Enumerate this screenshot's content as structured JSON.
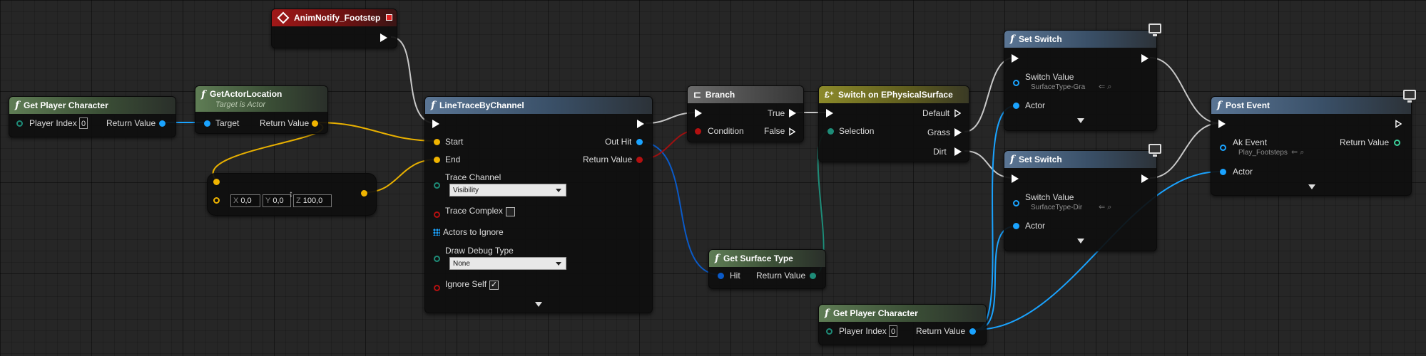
{
  "colors": {
    "exec": "#ffffff",
    "object": "#1aa3ff",
    "vector": "#f0b400",
    "bool": "#b41010",
    "enum": "#1e8c78"
  },
  "nodes": {
    "get_player_character_1": {
      "title": "Get Player Character",
      "player_index_label": "Player Index",
      "player_index_value": "0",
      "return_label": "Return Value"
    },
    "get_actor_location": {
      "title": "GetActorLocation",
      "subtitle": "Target is Actor",
      "target_label": "Target",
      "return_label": "Return Value"
    },
    "anim_notify": {
      "title": "AnimNotify_Footstep"
    },
    "make_vector": {
      "x_label": "X",
      "x_value": "0,0",
      "y_label": "Y",
      "y_value": "0,0",
      "z_label": "Z",
      "z_value": "100,0"
    },
    "line_trace": {
      "title": "LineTraceByChannel",
      "start_label": "Start",
      "end_label": "End",
      "out_hit_label": "Out Hit",
      "return_label": "Return Value",
      "trace_channel_label": "Trace Channel",
      "trace_channel_value": "Visibility",
      "trace_complex_label": "Trace Complex",
      "actors_ignore_label": "Actors to Ignore",
      "draw_debug_label": "Draw Debug Type",
      "draw_debug_value": "None",
      "ignore_self_label": "Ignore Self",
      "ignore_self_check": "✓"
    },
    "branch": {
      "title": "Branch",
      "condition_label": "Condition",
      "true_label": "True",
      "false_label": "False"
    },
    "switch_surface": {
      "title": "Switch on EPhysicalSurface",
      "selection_label": "Selection",
      "default_label": "Default",
      "grass_label": "Grass",
      "dirt_label": "Dirt"
    },
    "get_surface_type": {
      "title": "Get Surface Type",
      "hit_label": "Hit",
      "return_label": "Return Value"
    },
    "get_player_character_2": {
      "title": "Get Player Character",
      "player_index_label": "Player Index",
      "player_index_value": "0",
      "return_label": "Return Value"
    },
    "set_switch_1": {
      "title": "Set Switch",
      "switch_value_label": "Switch Value",
      "switch_value_asset": "SurfaceType-Gra",
      "actor_label": "Actor"
    },
    "set_switch_2": {
      "title": "Set Switch",
      "switch_value_label": "Switch Value",
      "switch_value_asset": "SurfaceType-Dir",
      "actor_label": "Actor"
    },
    "post_event": {
      "title": "Post Event",
      "ak_event_label": "Ak Event",
      "ak_event_asset": "Play_Footsteps",
      "return_label": "Return Value",
      "actor_label": "Actor"
    }
  }
}
